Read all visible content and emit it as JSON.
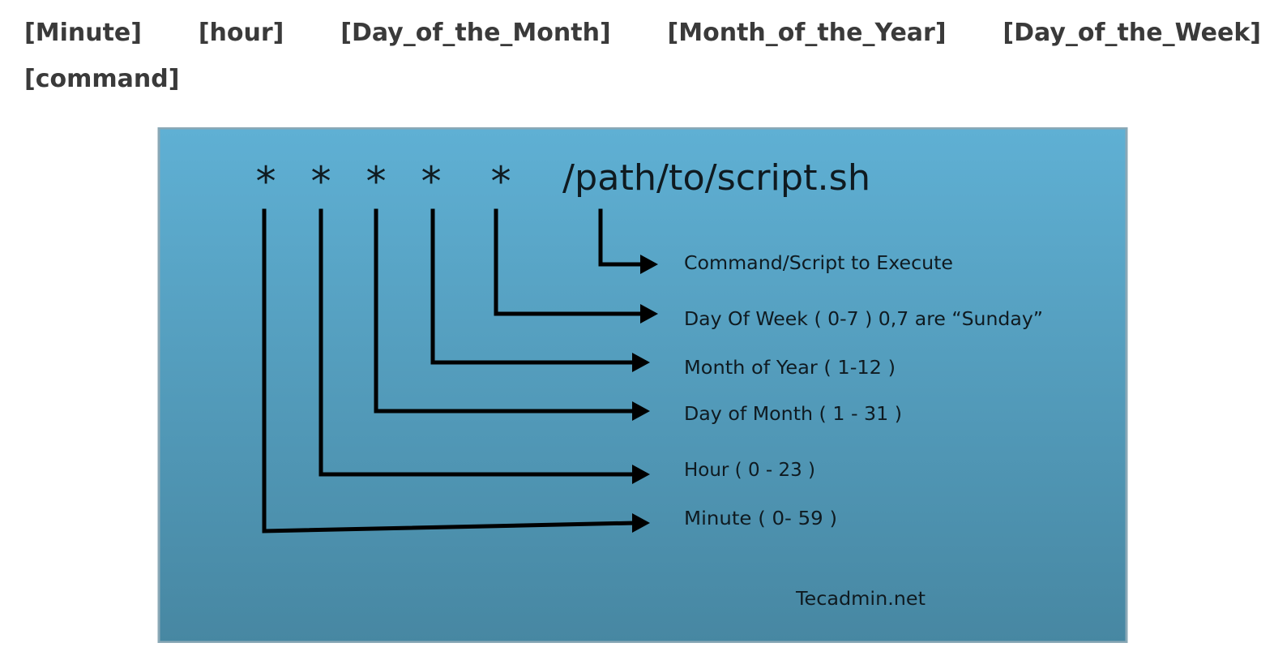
{
  "syntax_line": {
    "fields": [
      "[Minute]",
      "[hour]",
      "[Day_of_the_Month]",
      "[Month_of_the_Year]",
      "[Day_of_the_Week]"
    ],
    "command": "[command]"
  },
  "diagram": {
    "stars": [
      "*",
      "*",
      "*",
      "*",
      "*"
    ],
    "command_text": "/path/to/script.sh",
    "labels": {
      "command": "Command/Script to Execute",
      "day_of_week": "Day Of Week ( 0-7 )  0,7 are “Sunday”",
      "month_of_year": "Month of Year ( 1-12 )",
      "day_of_month": "Day of Month ( 1 - 31 )",
      "hour": "Hour ( 0 - 23 )",
      "minute": "Minute ( 0-  59 )"
    },
    "credit": "Tecadmin.net",
    "colors": {
      "bg_top": "#5fb0d4",
      "bg_bottom": "#4787a2",
      "frame": "#8aa8b6",
      "ink": "#0f1a20"
    }
  }
}
